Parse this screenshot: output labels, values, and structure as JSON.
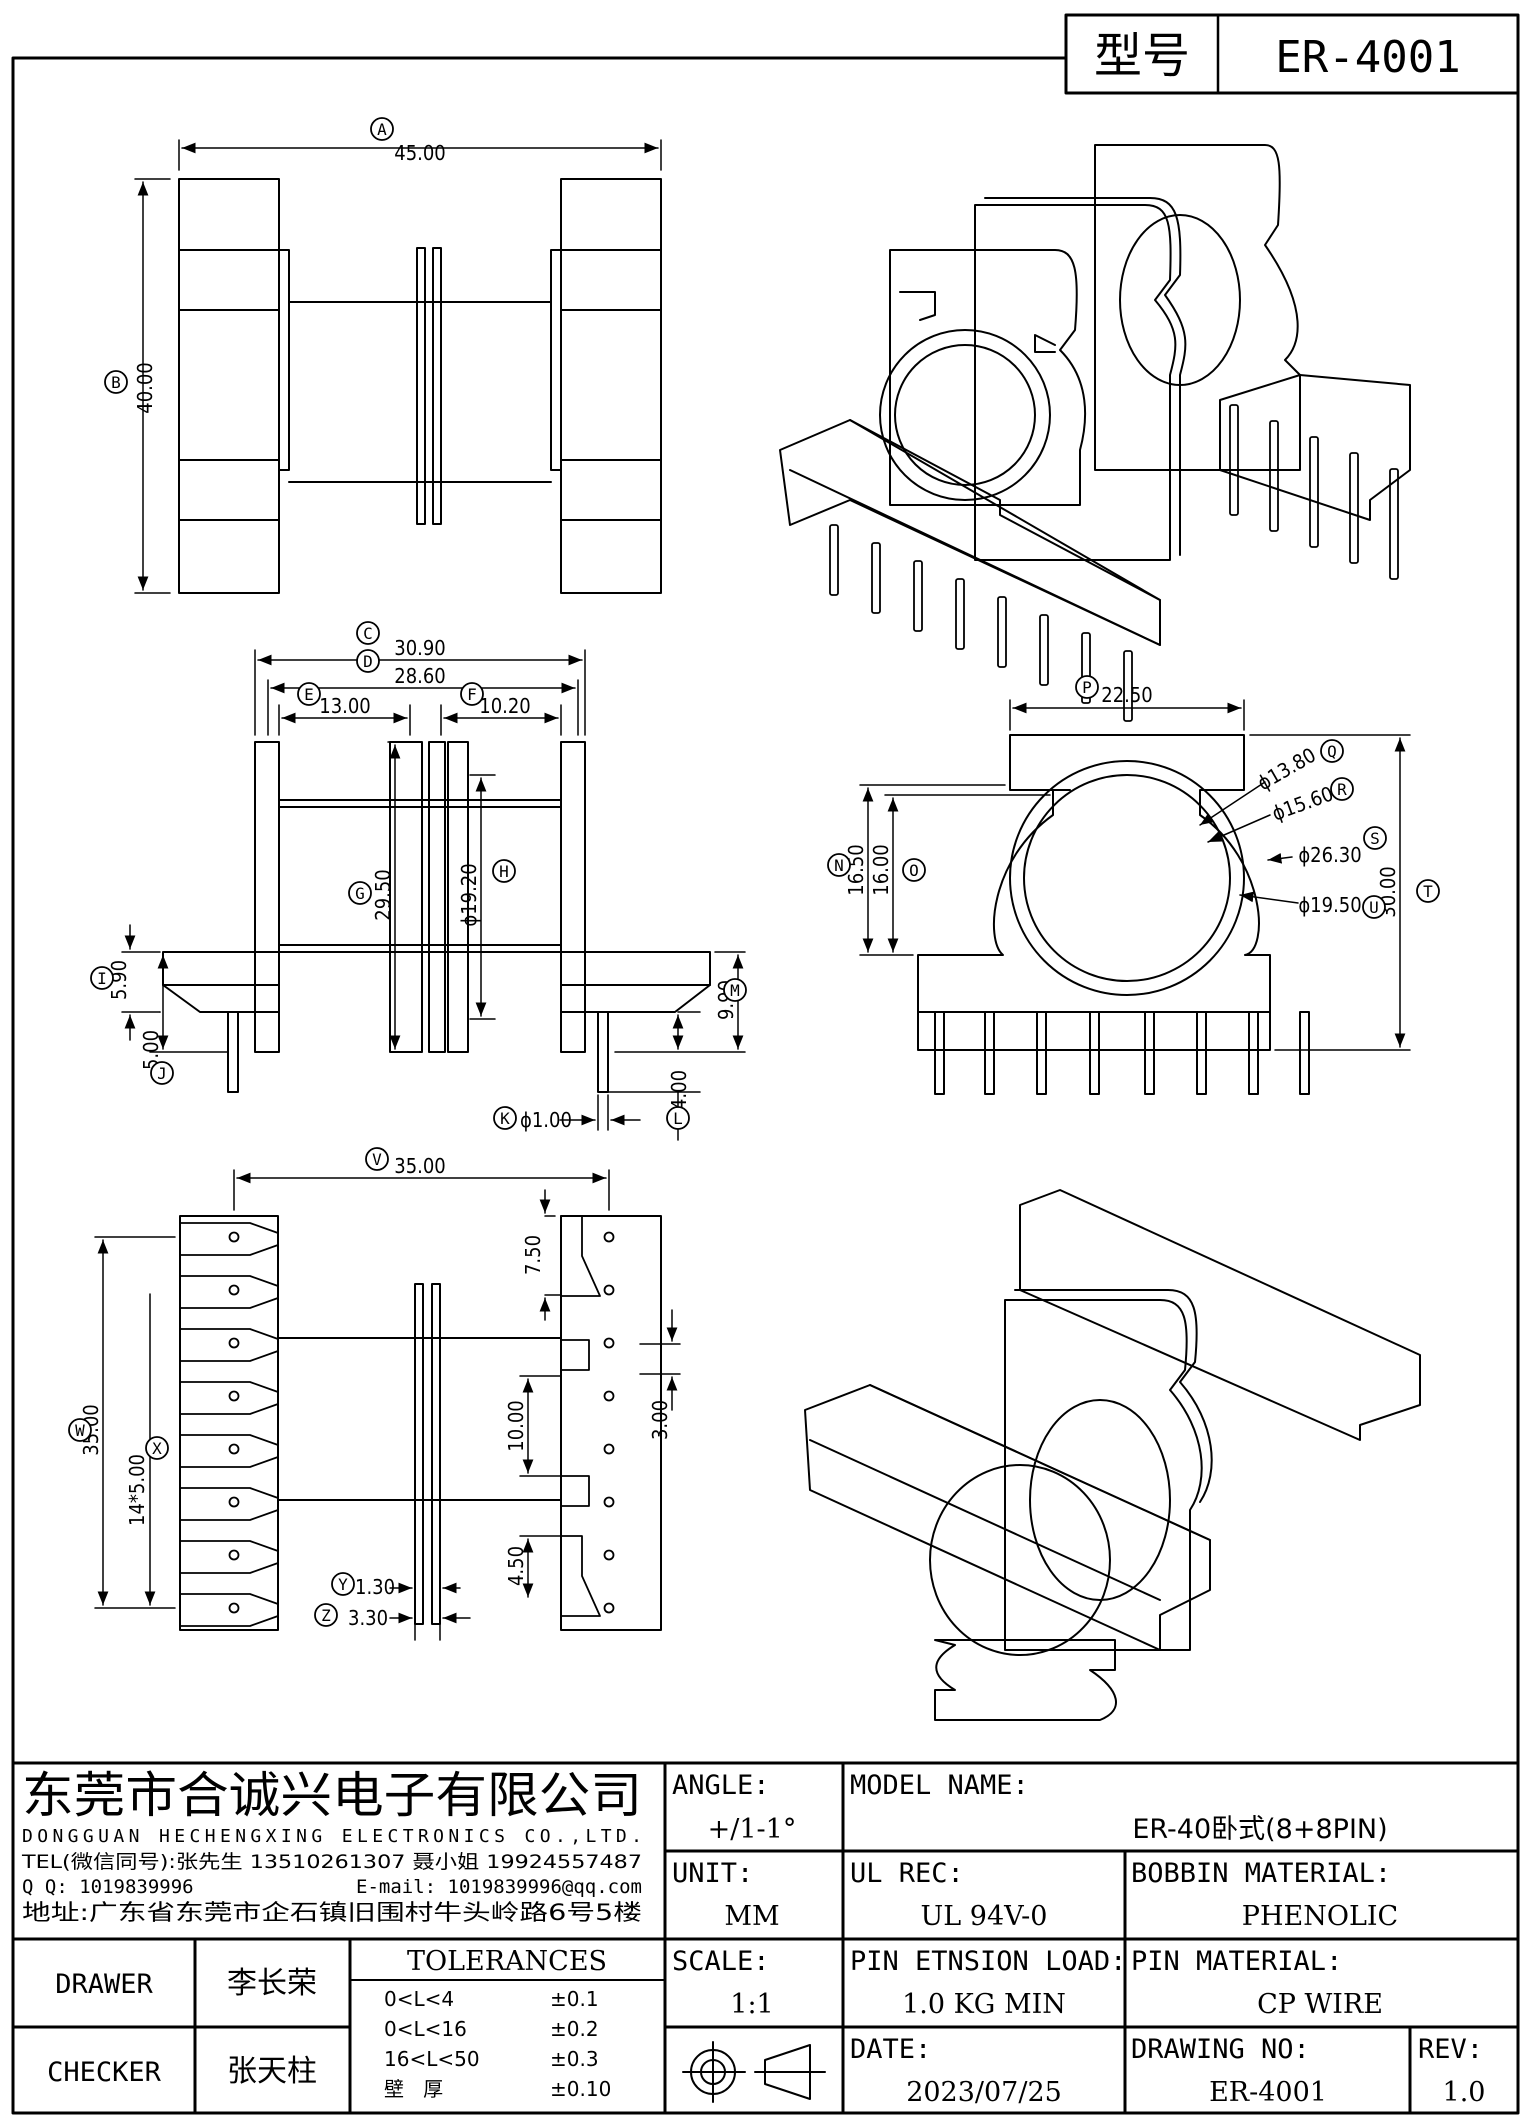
{
  "header": {
    "model_label": "型号",
    "model_no": "ER-4001"
  },
  "dimensions": {
    "A": "45.00",
    "B": "40.00",
    "C": "30.90",
    "D": "28.60",
    "E": "13.00",
    "F": "10.20",
    "G": "29.50",
    "H": "ϕ19.20",
    "I": "5.90",
    "J": "5.00",
    "K": "ϕ1.00",
    "L": "4.00",
    "M": "9.90",
    "P": "22.50",
    "Q": "ϕ13.80",
    "R": "ϕ15.60",
    "S": "ϕ26.30",
    "U": "ϕ19.50",
    "T": "30.00",
    "N": "16.50",
    "O": "16.00",
    "V": "35.00",
    "W": "35.00",
    "X": "14*5.00",
    "Y": "1.30",
    "Z": "3.30",
    "d750": "7.50",
    "d1000": "10.00",
    "d300": "3.00",
    "d450": "4.50"
  },
  "balloons": [
    "A",
    "B",
    "C",
    "D",
    "E",
    "F",
    "G",
    "H",
    "I",
    "J",
    "K",
    "L",
    "M",
    "N",
    "O",
    "P",
    "Q",
    "R",
    "S",
    "T",
    "U",
    "V",
    "W",
    "X",
    "Y",
    "Z"
  ],
  "company": {
    "name_cn": "东莞市合诚兴电子有限公司",
    "name_en": "DONGGUAN HECHENGXING ELECTRONICS CO.,LTD.",
    "tel": "TEL(微信同号):张先生 13510261307 聂小姐 19924557487",
    "qq": "Q Q: 1019839996",
    "email": "E-mail: 1019839996@qq.com",
    "address": "地址:广东省东莞市企石镇旧围村牛头岭路6号5楼"
  },
  "title_block": {
    "angle_label": "ANGLE:",
    "angle_value": "+/1-1°",
    "model_name_label": "MODEL NAME:",
    "model_name_value": "ER-40卧式(8+8PIN)",
    "unit_label": "UNIT:",
    "unit_value": "MM",
    "ul_label": "UL REC:",
    "ul_value": "UL 94V-0",
    "bobbin_label": "BOBBIN MATERIAL:",
    "bobbin_value": "PHENOLIC",
    "scale_label": "SCALE:",
    "scale_value": "1:1",
    "pin_load_label": "PIN ETNSION LOAD:",
    "pin_load_value": "1.0 KG MIN",
    "pin_material_label": "PIN MATERIAL:",
    "pin_material_value": "CP WIRE",
    "date_label": "DATE:",
    "date_value": "2023/07/25",
    "drawing_no_label": "DRAWING NO:",
    "drawing_no_value": "ER-4001",
    "rev_label": "REV:",
    "rev_value": "1.0",
    "drawer_label": "DRAWER",
    "drawer_name": "李长荣",
    "checker_label": "CHECKER",
    "checker_name": "张天柱",
    "tolerances_label": "TOLERANCES",
    "tolerances": [
      {
        "range": "0<L<4",
        "tol": "±0.1"
      },
      {
        "range": "0<L<16",
        "tol": "±0.2"
      },
      {
        "range": "16<L<50",
        "tol": "±0.3"
      },
      {
        "range": "壁   厚",
        "tol": "±0.10"
      }
    ]
  }
}
